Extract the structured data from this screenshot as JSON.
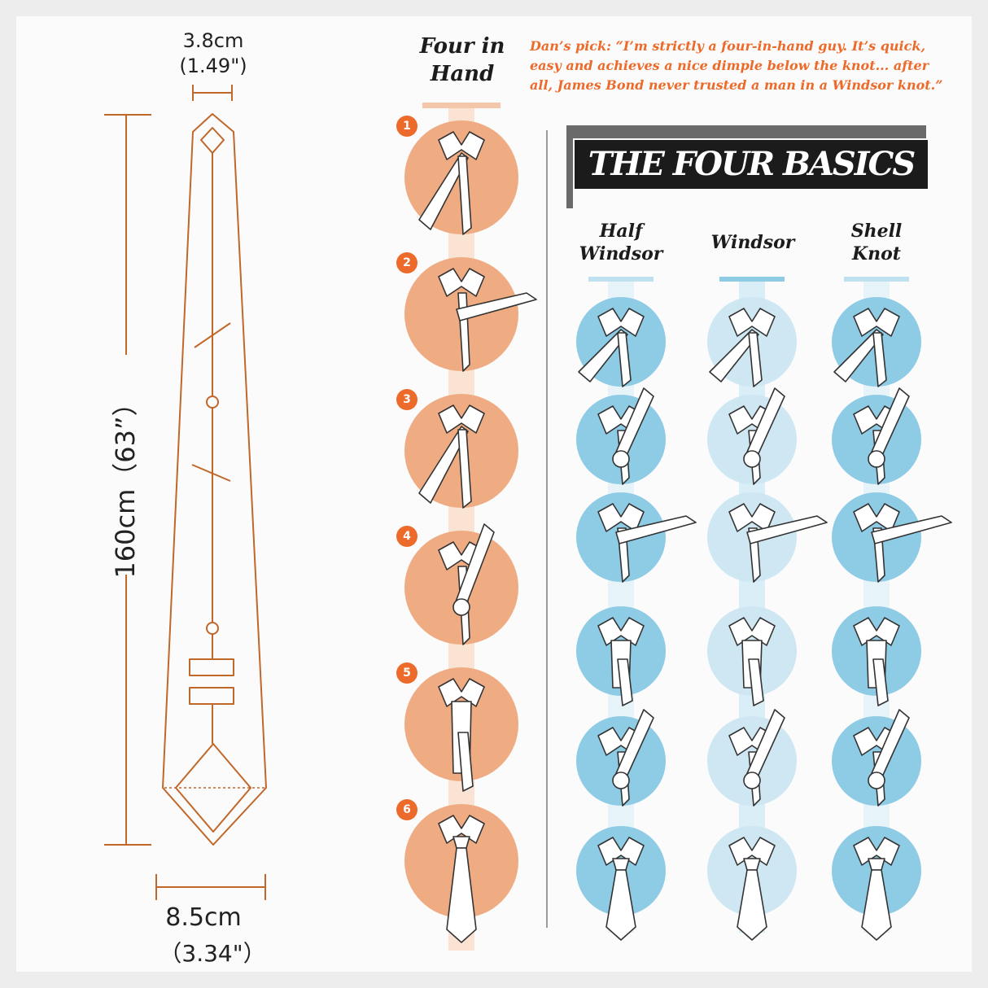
{
  "tie_dimensions": {
    "tip_width_cm": "3.8cm",
    "tip_width_in": "(1.49\")",
    "length": "160cm（63”）",
    "blade_width_cm": "8.5cm",
    "blade_width_in": "（3.34\"）"
  },
  "four_in_hand": {
    "title_line1": "Four in",
    "title_line2": "Hand",
    "quote_lines": [
      "Dan’s pick: “I’m strictly a four-in-hand guy. It’s quick,",
      "easy and achieves a nice dimple below the knot... after",
      "all, James Bond never trusted a man in a Windsor knot.”"
    ],
    "steps": [
      "1",
      "2",
      "3",
      "4",
      "5",
      "6"
    ]
  },
  "basics": {
    "banner": "THE FOUR BASICS",
    "knots": [
      {
        "line1": "Half",
        "line2": "Windsor"
      },
      {
        "line1": "Windsor",
        "line2": ""
      },
      {
        "line1": "Shell",
        "line2": "Knot"
      }
    ]
  },
  "colors": {
    "tie_outline": "#c0672a",
    "orange_circle": "#efac82",
    "orange_accent": "#ec6a2a",
    "blue_circle": "#8ecbe4",
    "light_blue_circle": "#cfe7f2",
    "banner_bg": "#1b1b1b",
    "banner_accent": "#6a6a6a"
  }
}
